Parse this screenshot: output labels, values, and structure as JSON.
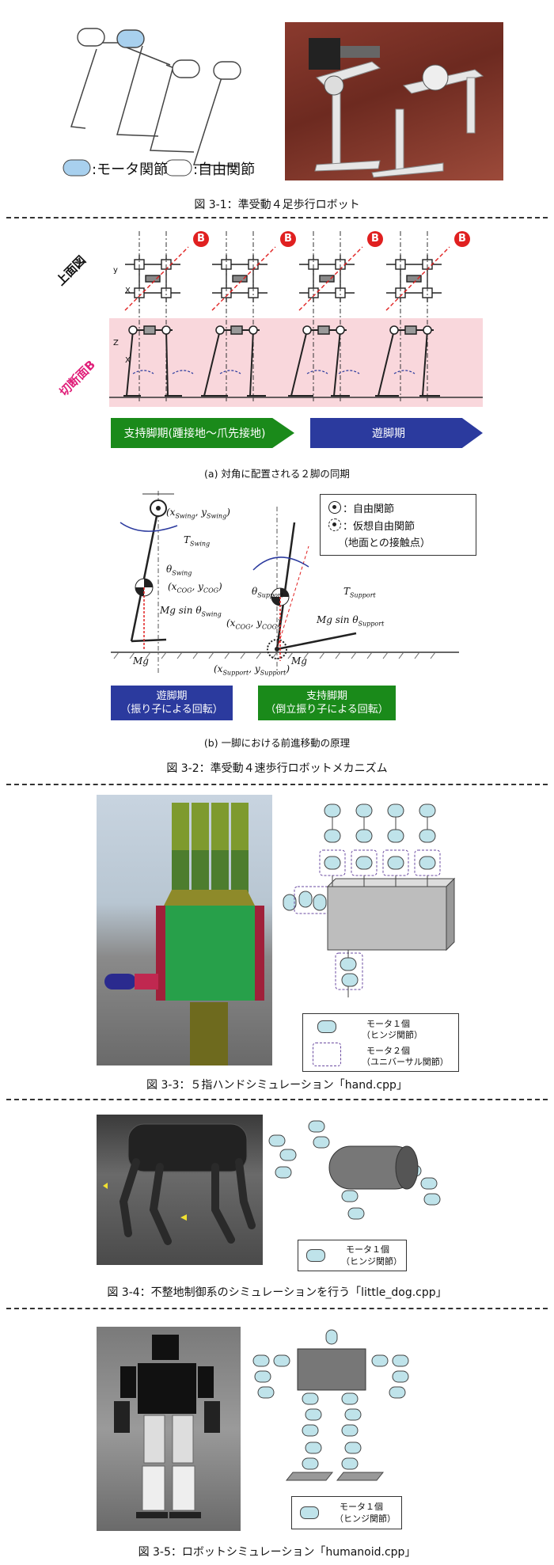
{
  "fig1": {
    "legend_motor": ":モータ関節",
    "legend_free": ":自由関節",
    "caption": "図 3-1：準受動４足歩行ロボット"
  },
  "fig2": {
    "label_top": "上面図",
    "label_section": "切断面B",
    "b_marker": "B",
    "axis_y": "y",
    "axis_x": "X",
    "axis_z": "Z",
    "stance_phase": "支持脚期(踵接地〜爪先接地)",
    "swing_phase": "遊脚期",
    "sub_a": "(a) 対角に配置される２脚の同期",
    "legend_free": "：自由関節",
    "legend_virtual": "：仮想自由関節",
    "legend_virtual_note": "（地面との接触点）",
    "swing_box_1": "遊脚期",
    "swing_box_2": "（振り子による回転）",
    "support_box_1": "支持脚期",
    "support_box_2": "（倒立振り子による回転）",
    "sym_xswing": "(x",
    "sym_t_swing": "T",
    "sym_theta_swing": "θ",
    "sym_cog": "(x",
    "sym_mg_swing": "Mg sin θ",
    "sym_mg": "Mg",
    "sym_theta_support": "θ",
    "sym_t_support": "T",
    "sym_mg_support": "Mg sin θ",
    "sym_cog2": "(x",
    "sym_support": "(x",
    "sub_swing": "Swing",
    "sub_support": "Support",
    "sub_cog": "COG",
    "sub_b": "(b) 一脚における前進移動の原理",
    "caption": "図 3-2：準受動４速歩行ロボットメカニズム"
  },
  "fig3": {
    "legend_one": "モータ１個",
    "legend_one_note": "（ヒンジ関節）",
    "legend_two": "モータ２個",
    "legend_two_note": "（ユニバーサル関節）",
    "caption": "図 3-3：５指ハンドシミュレーション「hand.cpp」"
  },
  "fig4": {
    "legend_one": "モータ１個",
    "legend_one_note": "（ヒンジ関節）",
    "caption": "図 3-4：不整地制御系のシミュレーションを行う「little_dog.cpp」"
  },
  "fig5": {
    "legend_one": "モータ１個",
    "legend_one_note": "（ヒンジ関節）",
    "caption": "図 3-5：ロボットシミュレーション「humanoid.cpp」"
  },
  "colors": {
    "stance_green": "#1a8a1a",
    "swing_blue": "#2b3a9e",
    "pink_band": "#f9d7dc",
    "motor_cyan": "#bfe3ea"
  }
}
